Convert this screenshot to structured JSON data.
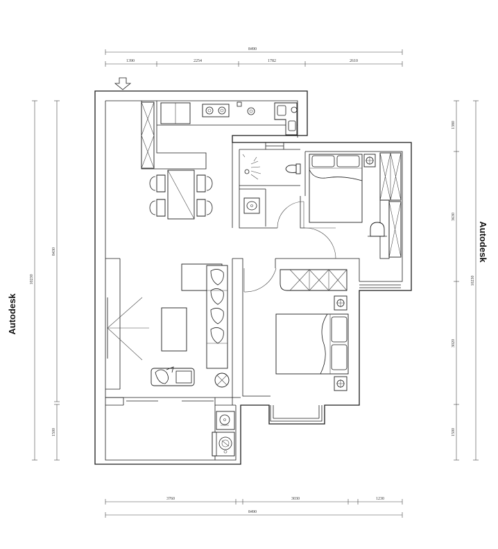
{
  "watermark": "Autodesk",
  "dimensions": {
    "top_total": "8490",
    "top_segments": [
      "1390",
      "2254",
      "1782",
      "2610"
    ],
    "bottom_segments": [
      "3760",
      "3030",
      "1230"
    ],
    "bottom_total": "8490",
    "left_outer": "10230",
    "left_inner": "8430",
    "left_lower": "1500",
    "right_outer": "10230",
    "right_segments": [
      "1380",
      "3630",
      "3020",
      "1500"
    ]
  }
}
